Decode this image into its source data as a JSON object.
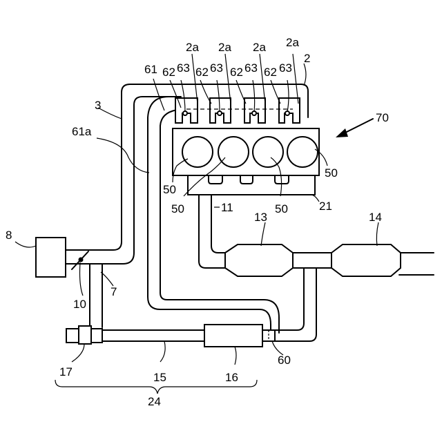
{
  "labels": {
    "l2": "2",
    "l2a": "2a",
    "l3": "3",
    "l7": "7",
    "l8": "8",
    "l10": "10",
    "l11": "11",
    "l13": "13",
    "l14": "14",
    "l15": "15",
    "l16": "16",
    "l17": "17",
    "l21": "21",
    "l24": "24",
    "l50": "50",
    "l60": "60",
    "l61": "61",
    "l61a": "61a",
    "l62": "62",
    "l63": "63",
    "l70": "70"
  }
}
